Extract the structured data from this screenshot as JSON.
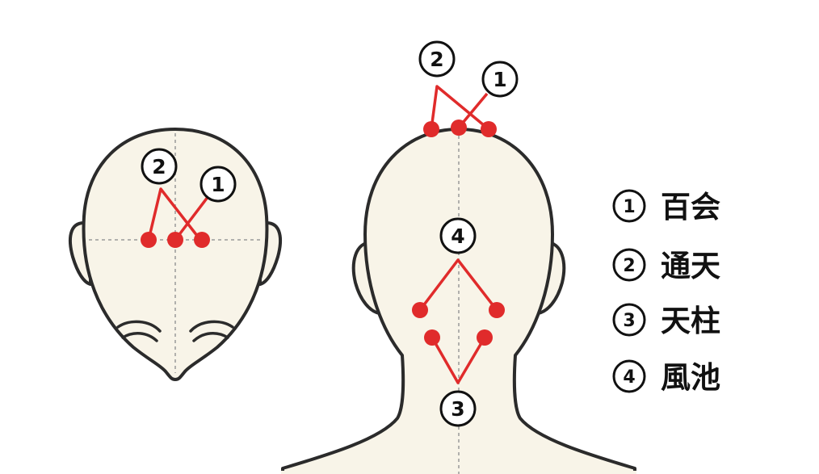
{
  "colors": {
    "skin": "#f8f4e8",
    "outline": "#2b2b2b",
    "point": "#e02b2b",
    "guide": "#999999"
  },
  "top_view": {
    "badges": [
      {
        "symbol": "2"
      },
      {
        "symbol": "1"
      }
    ]
  },
  "back_view": {
    "badges": [
      {
        "symbol": "2"
      },
      {
        "symbol": "1"
      },
      {
        "symbol": "4"
      },
      {
        "symbol": "3"
      }
    ]
  },
  "legend": [
    {
      "symbol": "1",
      "label": "百会"
    },
    {
      "symbol": "2",
      "label": "通天"
    },
    {
      "symbol": "3",
      "label": "天柱"
    },
    {
      "symbol": "4",
      "label": "風池"
    }
  ]
}
